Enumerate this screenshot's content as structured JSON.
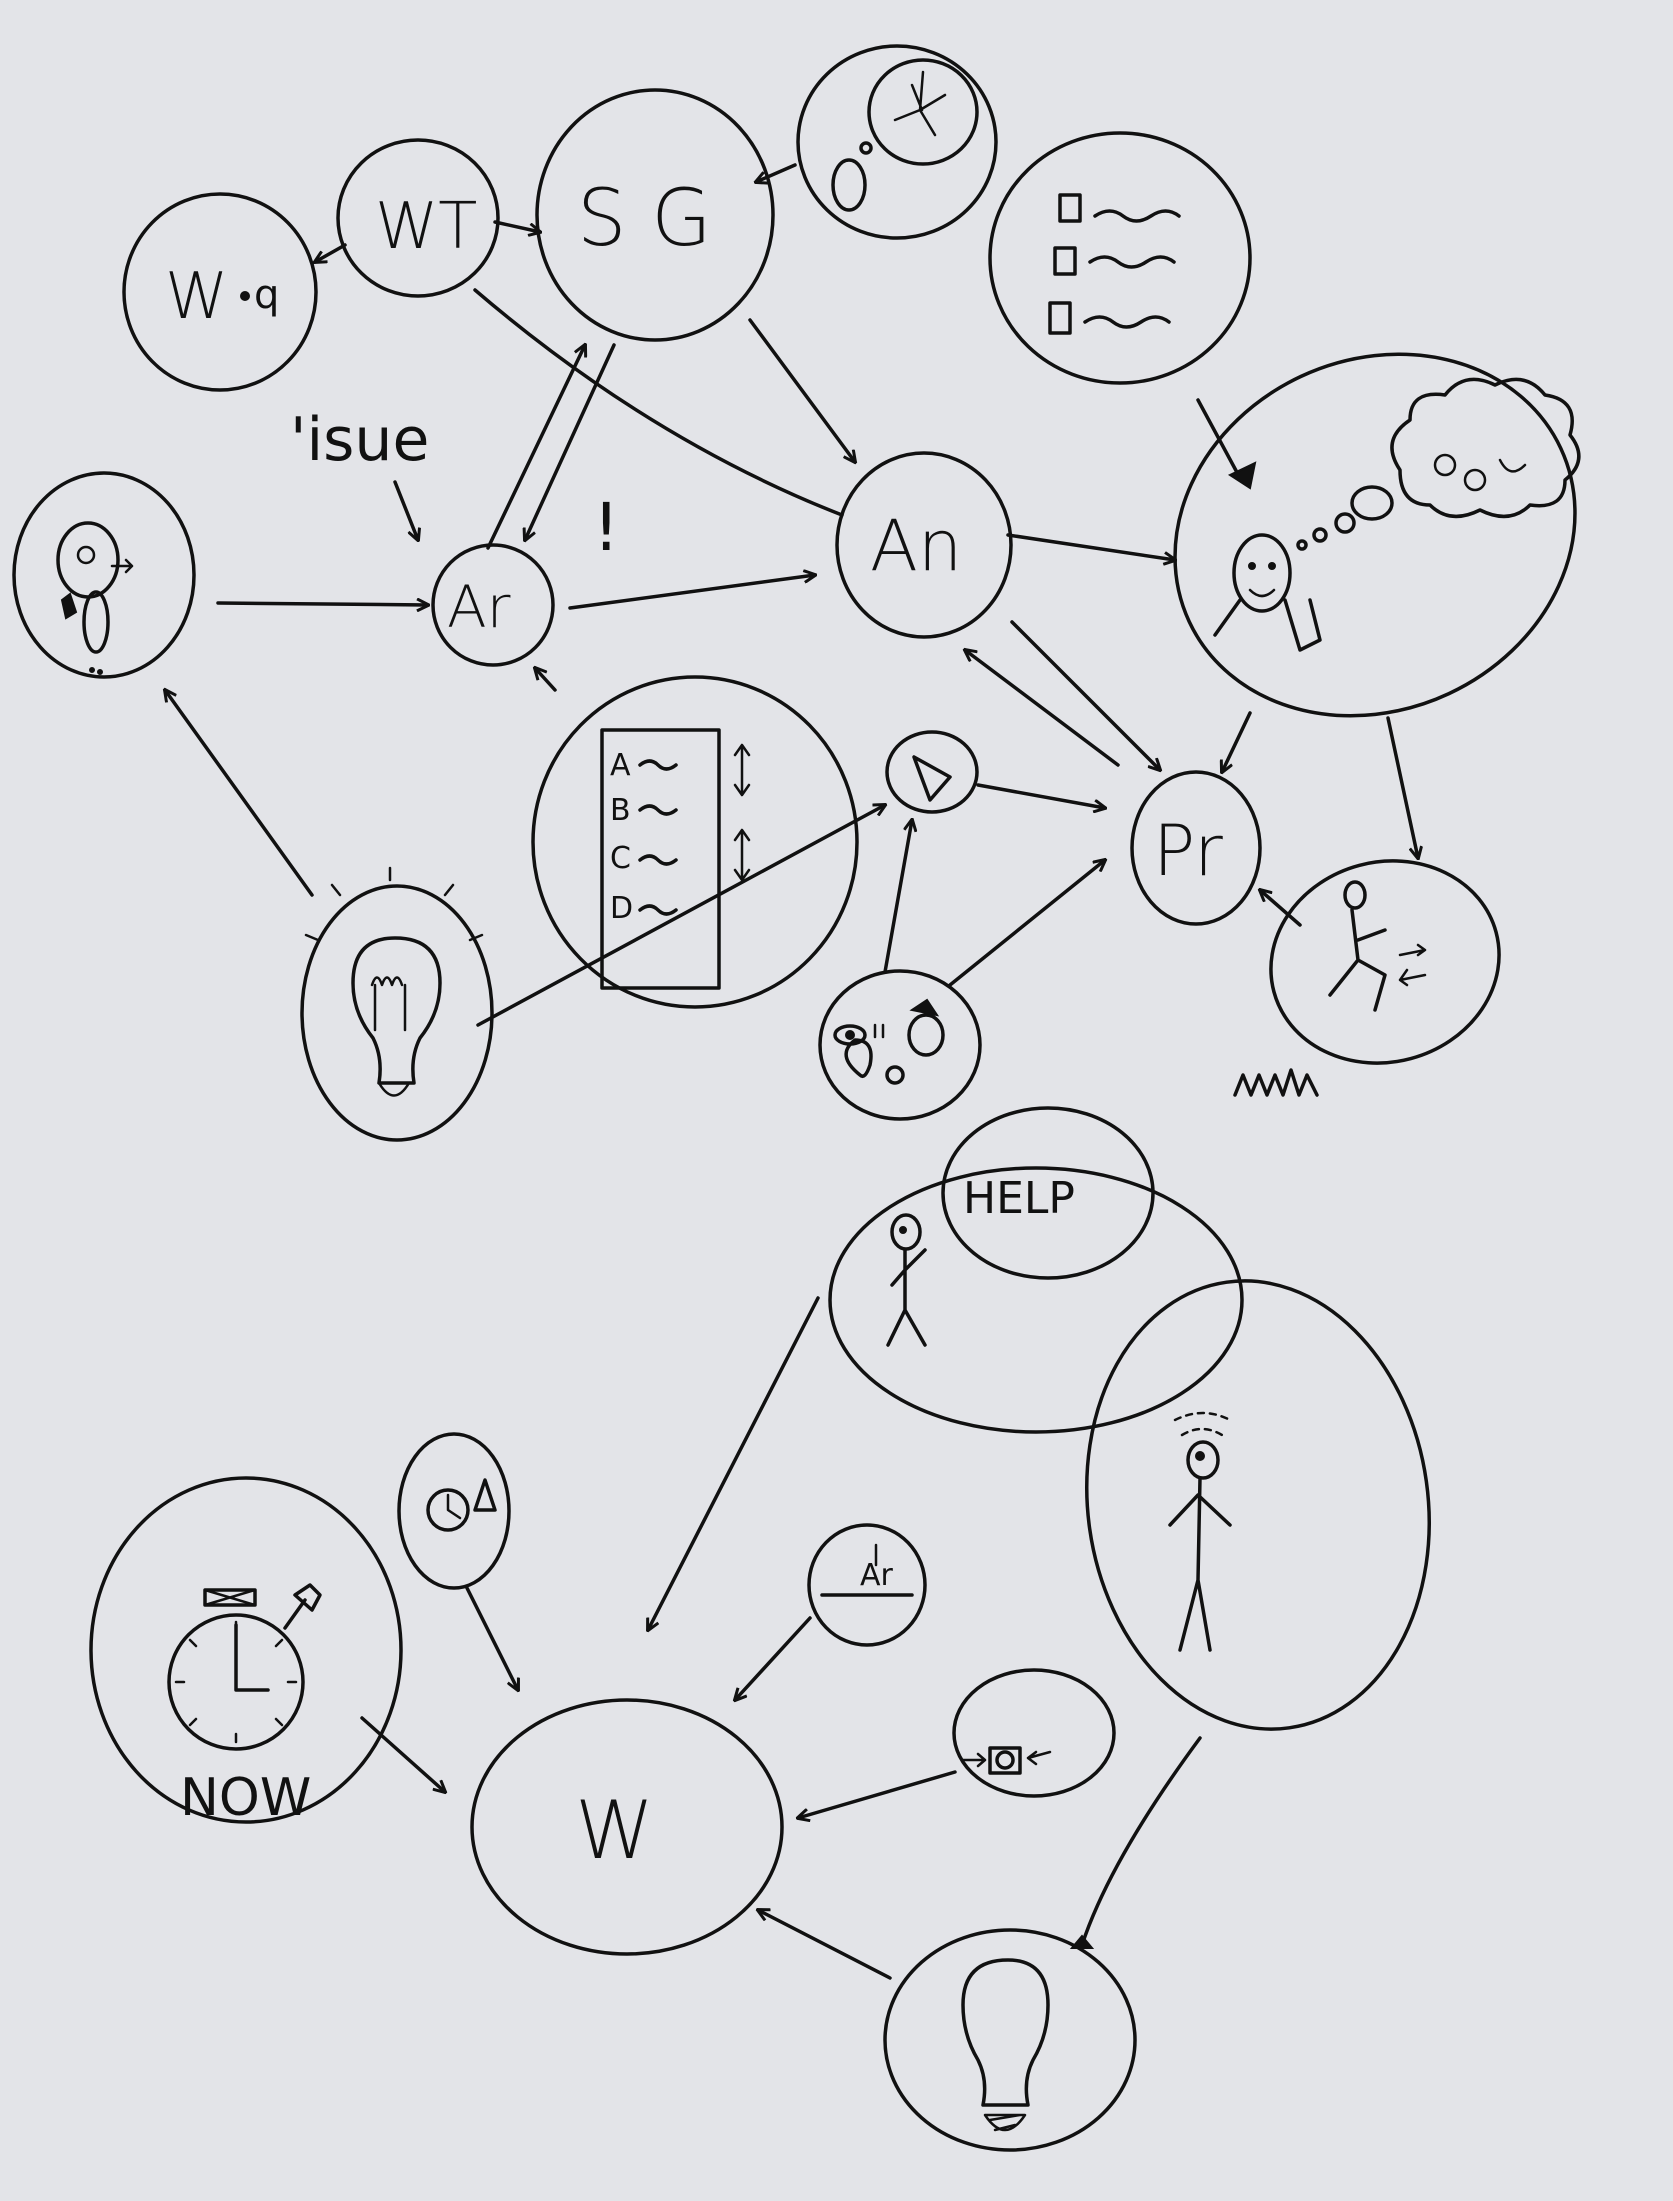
{
  "nodes": {
    "wq": {
      "label": "W",
      "sub": "q"
    },
    "wt": {
      "label": "WT"
    },
    "sg": {
      "label": "S G"
    },
    "ar": {
      "label": "Ar"
    },
    "an": {
      "label": "An"
    },
    "pr": {
      "label": "Pr"
    },
    "w": {
      "label": "W"
    }
  },
  "annotations": {
    "issue": "'isue",
    "exclaim": "!",
    "help": "HELP",
    "now": "NOW",
    "ar_small": "Ar"
  },
  "list": {
    "letters": [
      "A",
      "B",
      "C",
      "D"
    ]
  },
  "colors": {
    "ink": "#111111",
    "paper": "#e3e4e8"
  },
  "icons": [
    "clock-icon",
    "checklist-icon",
    "thinking-person-icon",
    "person-icon",
    "lightbulb-icon",
    "eye-ear-icon",
    "play-icon",
    "running-person-icon",
    "camera-icon",
    "alarm-clock-icon",
    "confused-person-icon",
    "help-person-icon"
  ]
}
